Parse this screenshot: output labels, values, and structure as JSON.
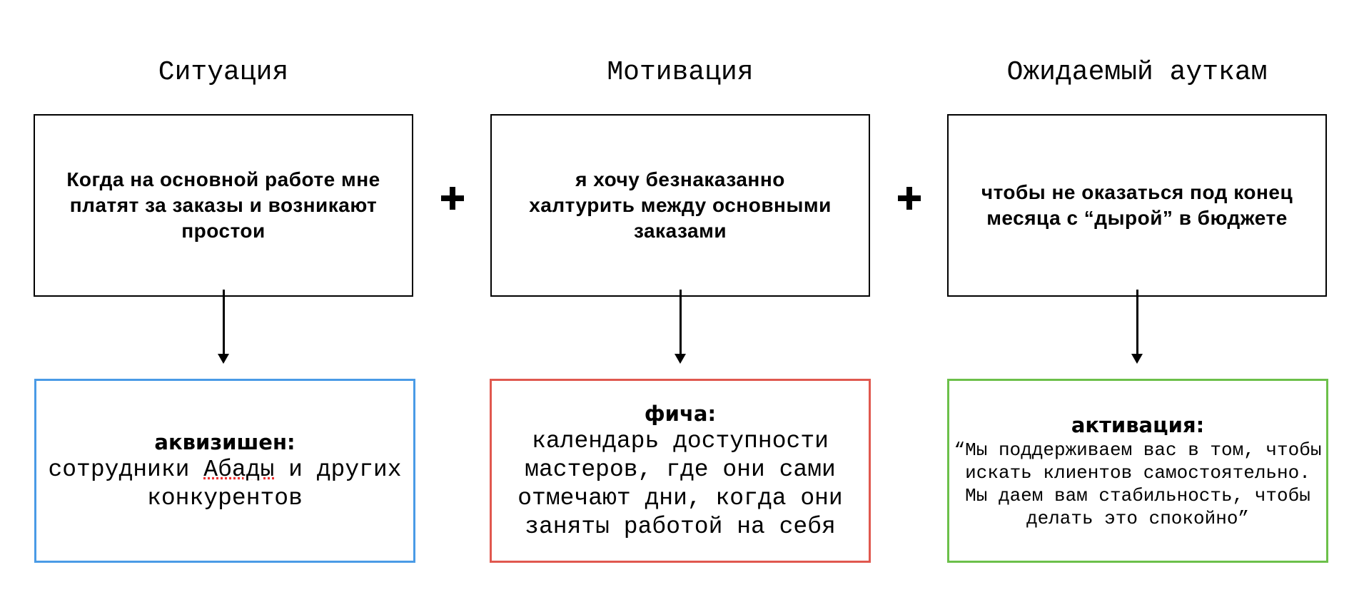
{
  "columns": [
    {
      "title": "Ситуация",
      "top_text": "Когда на основной работе мне платят за заказы и возникают простои",
      "bottom_title": "аквизишен:",
      "bottom_text_before": "сотрудники ",
      "bottom_text_marked": "Абады",
      "bottom_text_after": " и других конкурентов",
      "border_color": "#4a9be6"
    },
    {
      "title": "Мотивация",
      "top_text": "я хочу безнаказанно халтурить между основными заказами",
      "bottom_title": "фича:",
      "bottom_text": "календарь доступности мастеров, где они сами отмечают дни, когда они заняты работой на себя",
      "border_color": "#e0584f"
    },
    {
      "title": "Ожидаемый ауткам",
      "top_text": "чтобы не оказаться под конец месяца с “дырой” в бюджете",
      "bottom_title": "активация:",
      "bottom_text": "“Мы поддерживаем вас в том, чтобы искать клиентов самостоятельно. Мы даем вам стабильность, чтобы делать это спокойно”",
      "border_color": "#6cc04a"
    }
  ],
  "connectors": [
    "+",
    "+"
  ]
}
